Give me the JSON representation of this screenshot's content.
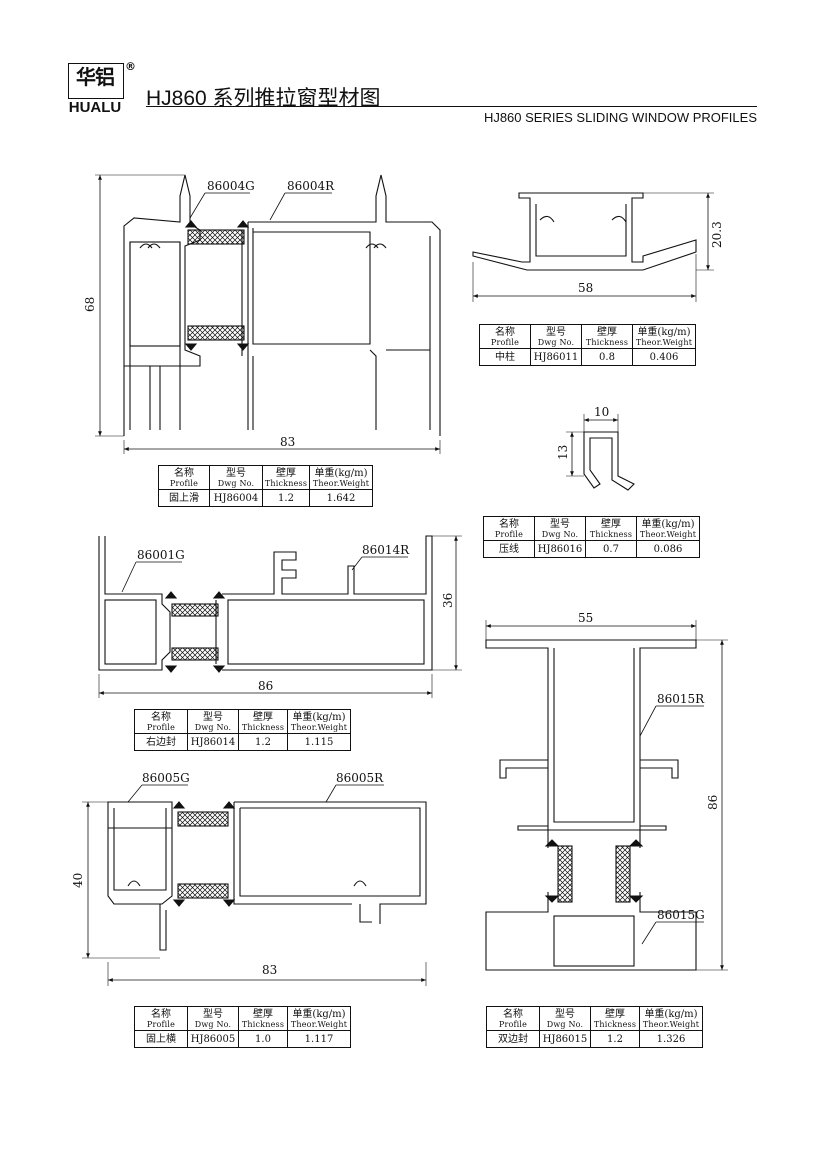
{
  "header": {
    "logo_cn": "华铝",
    "logo_en": "HUALU",
    "logo_reg": "®",
    "title_cn": "HJ860 系列推拉窗型材图",
    "title_en": "HJ860 SERIES SLIDING WINDOW PROFILES"
  },
  "table_header": {
    "profile_cn": "名称",
    "profile_en": "Profile",
    "dwg_cn": "型号",
    "dwg_en": "Dwg No.",
    "thick_cn": "壁厚",
    "thick_en": "Thickness",
    "weight_cn": "单重(kg/m)",
    "weight_en": "Theor.Weight"
  },
  "profiles": {
    "p86004": {
      "labels": [
        "86004G",
        "86004R"
      ],
      "dims": {
        "width": "83",
        "height": "68"
      },
      "name": "固上滑",
      "dwg": "HJ86004",
      "thickness": "1.2",
      "weight": "1.642"
    },
    "p86011": {
      "dims": {
        "width": "58",
        "height": "20.3"
      },
      "name": "中柱",
      "dwg": "HJ86011",
      "thickness": "0.8",
      "weight": "0.406"
    },
    "p86016": {
      "dims": {
        "width": "10",
        "height": "13"
      },
      "name": "压线",
      "dwg": "HJ86016",
      "thickness": "0.7",
      "weight": "0.086"
    },
    "p86014": {
      "labels": [
        "86001G",
        "86014R"
      ],
      "dims": {
        "width": "86",
        "height": "36"
      },
      "name": "右边封",
      "dwg": "HJ86014",
      "thickness": "1.2",
      "weight": "1.115"
    },
    "p86015": {
      "labels": [
        "86015R",
        "86015G"
      ],
      "dims": {
        "width": "55",
        "height": "86"
      },
      "name": "双边封",
      "dwg": "HJ86015",
      "thickness": "1.2",
      "weight": "1.326"
    },
    "p86005": {
      "labels": [
        "86005G",
        "86005R"
      ],
      "dims": {
        "width": "83",
        "height": "40"
      },
      "name": "固上横",
      "dwg": "HJ86005",
      "thickness": "1.0",
      "weight": "1.117"
    }
  }
}
